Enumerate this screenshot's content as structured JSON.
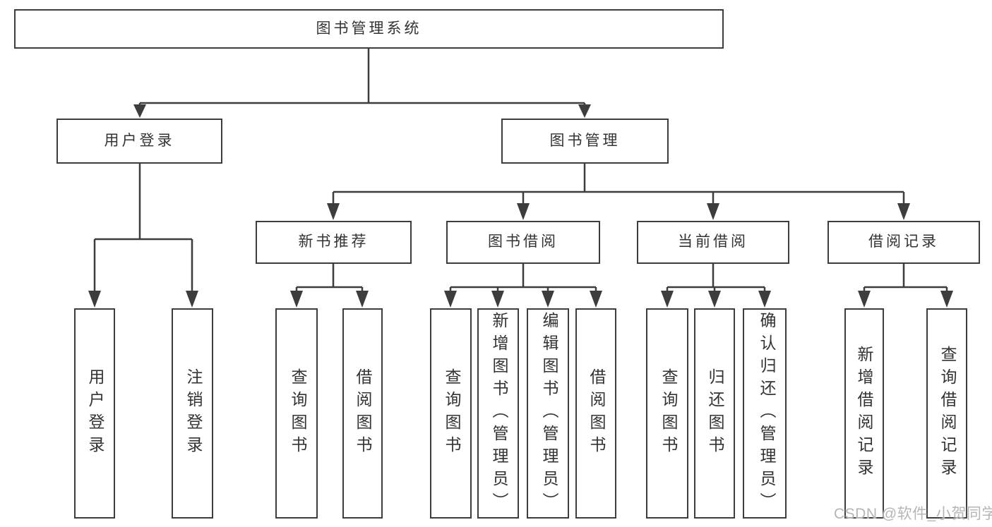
{
  "colors": {
    "line": "#3d3d3d",
    "box_border": "#3d3d3d",
    "text": "#333333",
    "watermark": "#b5b5b5",
    "background": "#ffffff"
  },
  "watermark": {
    "text": "CSDN @软件_小贺同学"
  },
  "tree": {
    "label": "图书管理系统",
    "children": [
      {
        "label": "用户登录",
        "children": [
          {
            "label": "用户登录"
          },
          {
            "label": "注销登录"
          }
        ]
      },
      {
        "label": "图书管理",
        "children": [
          {
            "label": "新书推荐",
            "children": [
              {
                "label": "查询图书"
              },
              {
                "label": "借阅图书"
              }
            ]
          },
          {
            "label": "图书借阅",
            "children": [
              {
                "label": "查询图书"
              },
              {
                "label": "新增图书（管理员）"
              },
              {
                "label": "编辑图书（管理员）"
              },
              {
                "label": "借阅图书"
              }
            ]
          },
          {
            "label": "当前借阅",
            "children": [
              {
                "label": "查询图书"
              },
              {
                "label": "归还图书"
              },
              {
                "label": "确认归还（管理员）"
              }
            ]
          },
          {
            "label": "借阅记录",
            "children": [
              {
                "label": "新增借阅记录"
              },
              {
                "label": "查询借阅记录"
              }
            ]
          }
        ]
      }
    ]
  }
}
